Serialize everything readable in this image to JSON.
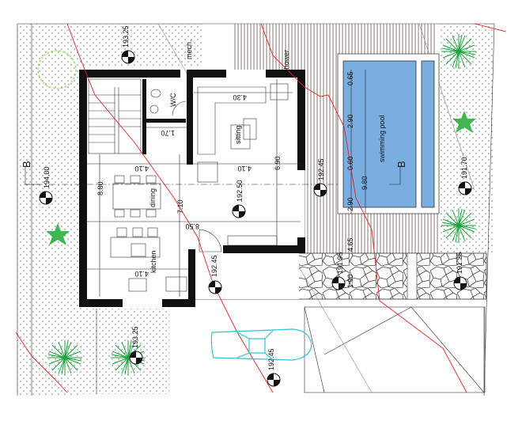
{
  "rooms": {
    "mech": "mech.",
    "shower": "shower",
    "wc": "W/C",
    "sitting": "sitting",
    "dining": "dining",
    "kitchen": "kitchen",
    "pool": "swimming pool"
  },
  "dimensions": {
    "sitting_width": "4.30",
    "wc_width": "1.70",
    "stair_width": "4.10",
    "sitting_depth": "4.10",
    "kitchen_width": "4.10",
    "sitting_length": "6.90",
    "dining_length": "8.80",
    "living_length": "7.10",
    "total_width": "8.50",
    "pool_edge_top": "0.65",
    "pool_length_a": "2.90",
    "pool_mid": "0.60",
    "pool_length_b": "2.90",
    "pool_total": "9.80",
    "terrace_depth": "4.65",
    "paving_depth": "1.90"
  },
  "elevations": {
    "top_left": "193.25",
    "left": "194.00",
    "living": "192.50",
    "terrace": "192.45",
    "entrance": "192.45",
    "right": "191.70",
    "paving": "191.95",
    "paving_right": "191.25",
    "bottom_left": "193.25",
    "parking": "192.45"
  },
  "section_marks": {
    "left": "B",
    "right": "B"
  },
  "colors": {
    "pool_water": "#7aaee0",
    "plants": "#1aa33a",
    "contour": "#e32222",
    "car": "#2ec4d6"
  }
}
